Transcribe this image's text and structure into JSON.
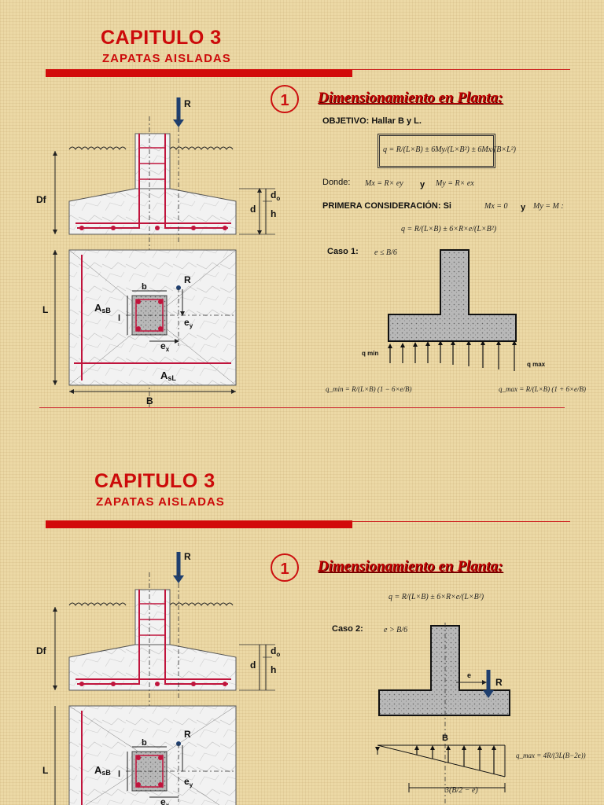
{
  "slide1": {
    "chapter_title": "CAPITULO 3",
    "chapter_subtitle": "ZAPATAS AISLADAS",
    "section_number": "1",
    "section_title": "Dimensionamiento en Planta:",
    "objective": "OBJETIVO:  Hallar B y L.",
    "main_formula": "q = R/(L×B) ± 6My/(L×B²) ± 6Mx/(B×L²)",
    "donde_label": "Donde:",
    "donde_eq1": "Mx = R× ey",
    "donde_y": "y",
    "donde_eq2": "My = R× ex",
    "first_consideration_label": "PRIMERA CONSIDERACIÓN: Si",
    "first_consideration_eq1": "Mx = 0",
    "first_consideration_y": "y",
    "first_consideration_eq2": "My = M :",
    "reduced_formula": "q = R/(L×B) ± 6×R×e/(L×B²)",
    "caso1_label": "Caso 1:",
    "caso1_cond": "e ≤ B/6",
    "qmin_label": "q min",
    "qmax_label": "q max",
    "qmin_formula": "q_min = R/(L×B) (1 − 6×e/B)",
    "qmax_formula": "q_max = R/(L×B) (1 + 6×e/B)"
  },
  "slide2": {
    "chapter_title": "CAPITULO 3",
    "chapter_subtitle": "ZAPATAS AISLADAS",
    "section_number": "1",
    "section_title": "Dimensionamiento en Planta:",
    "reduced_formula": "q = R/(L×B) ± 6×R×e/(L×B²)",
    "caso2_label": "Caso 2:",
    "caso2_cond": "e > B/6",
    "e_label": "e",
    "R_label": "R",
    "B_label": "B",
    "qmax_formula": "q_max = 4R/(3L(B−2e))",
    "bottom_formula": "3(B/2 − e)"
  },
  "diagram_labels": {
    "R": "R",
    "Df": "Df",
    "d": "d",
    "do": "d",
    "do_sub": "o",
    "h": "h",
    "L": "L",
    "B": "B",
    "b": "b",
    "l": "l",
    "AsB": "A",
    "AsB_sub": "sB",
    "AsL": "A",
    "AsL_sub": "sL",
    "ey": "e",
    "ey_sub": "y",
    "ex": "e",
    "ex_sub": "x"
  },
  "colors": {
    "accent_red": "#d20a0a",
    "steel_red": "#c0143c",
    "arrow_blue": "#1f3f6f"
  }
}
